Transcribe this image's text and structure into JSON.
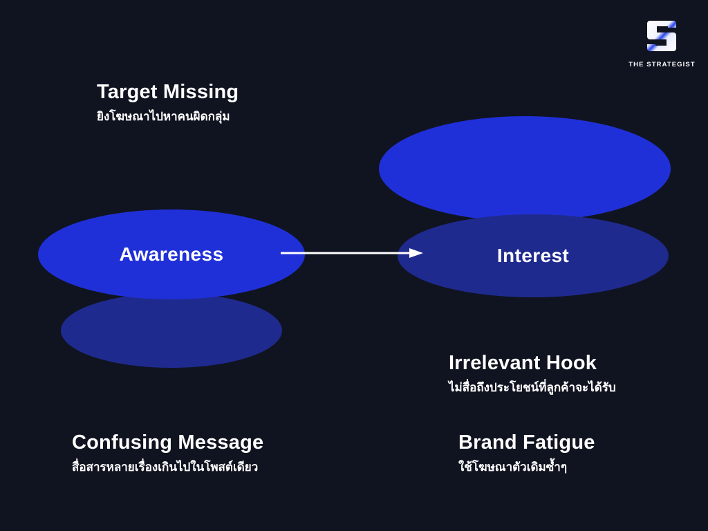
{
  "background_color": "#101420",
  "palette": {
    "bright_blue": "#2030d8",
    "dark_blue": "#1f2a8e",
    "white": "#ffffff",
    "background": "#101420"
  },
  "brand": {
    "logo_letter": "S",
    "caption": "THE STRATEGIST"
  },
  "funnel": {
    "stages": [
      {
        "label": "Awareness"
      },
      {
        "label": "Interest"
      }
    ],
    "arrow": {
      "direction": "right",
      "from": "Awareness",
      "to": "Interest"
    }
  },
  "notes": [
    {
      "id": "target-missing",
      "title": "Target Missing",
      "subtitle": "ยิงโฆษณาไปหาคนผิดกลุ่ม"
    },
    {
      "id": "irrelevant-hook",
      "title": "Irrelevant Hook",
      "subtitle": "ไม่สื่อถึงประโยชน์ที่ลูกค้าจะได้รับ"
    },
    {
      "id": "confusing-message",
      "title": "Confusing Message",
      "subtitle": "สื่อสารหลายเรื่องเกินไปในโพสต์เดียว"
    },
    {
      "id": "brand-fatigue",
      "title": "Brand Fatigue",
      "subtitle": "ใช้โฆษณาตัวเดิมซ้ำๆ"
    }
  ]
}
